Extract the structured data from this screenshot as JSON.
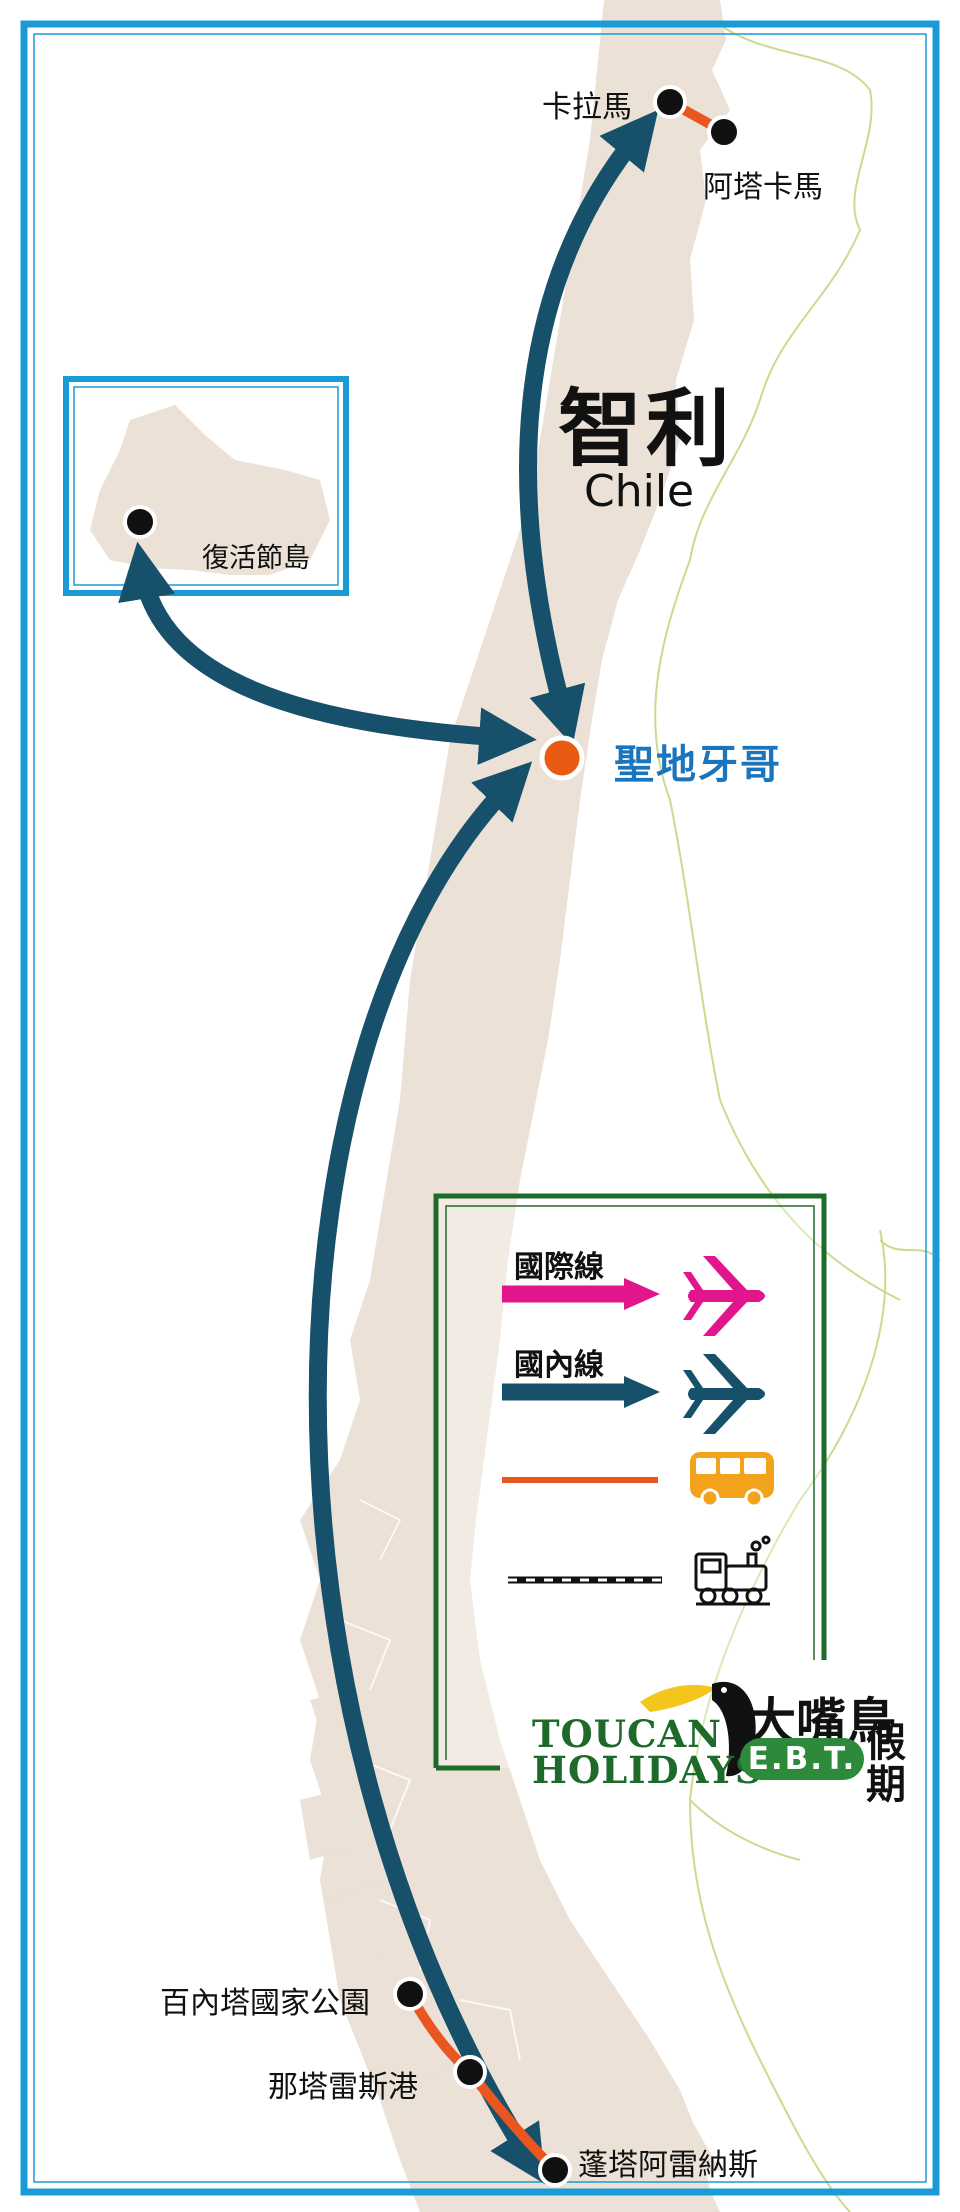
{
  "country": {
    "name_zh": "智利",
    "name_en": "Chile"
  },
  "capital": {
    "name": "聖地牙哥"
  },
  "places": {
    "calama": "卡拉馬",
    "atacama": "阿塔卡馬",
    "easter_island": "復活節島",
    "torres_del_paine": "百內塔國家公園",
    "puerto_natales": "那塔雷斯港",
    "punta_arenas": "蓬塔阿雷納斯"
  },
  "legend": {
    "international": "國際線",
    "domestic": "國內線",
    "bus_icon": "bus-icon",
    "train_icon": "train-icon",
    "plane_icon": "plane-icon"
  },
  "logo": {
    "line1": "TOUCAN",
    "line2": "HOLIDAYS",
    "zh_line1": "大嘴鳥",
    "zh_line2a": "假",
    "zh_line2b": "期",
    "ebt": "E.B.T."
  },
  "colors": {
    "border": "#1a9bd7",
    "land": "#ebe1d6",
    "domestic_route": "#17506a",
    "international_route": "#e2168c",
    "bus_route": "#e9561f",
    "capital_dot": "#e95a12",
    "capital_label": "#1a75bc",
    "legend_frame": "#1e6a2b",
    "bus_icon": "#f3a21c"
  }
}
